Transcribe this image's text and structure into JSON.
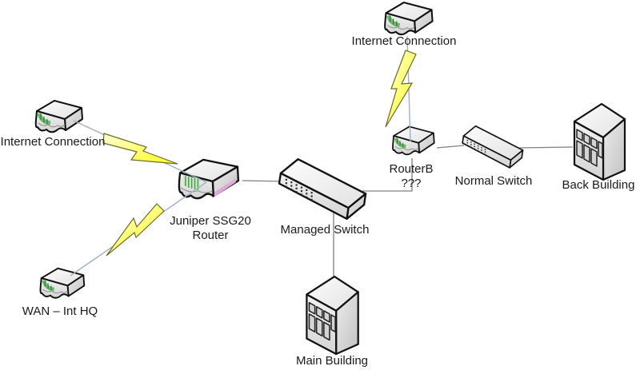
{
  "diagram": {
    "background": "#ffffff",
    "nodes": [
      {
        "id": "internet-top",
        "label": "Internet Connection",
        "icon": "router-icon"
      },
      {
        "id": "internet-left",
        "label": "Internet Connection",
        "icon": "router-icon"
      },
      {
        "id": "wan-hq",
        "label": "WAN – Int HQ",
        "icon": "router-icon"
      },
      {
        "id": "juniper",
        "label": "Juniper SSG20",
        "label2": "Router",
        "icon": "router-icon-large"
      },
      {
        "id": "managed-switch",
        "label": "Managed Switch",
        "icon": "switch-icon"
      },
      {
        "id": "routerb",
        "label": "RouterB",
        "label2": "???",
        "icon": "router-icon"
      },
      {
        "id": "normal-switch",
        "label": "Normal Switch",
        "icon": "switch-icon"
      },
      {
        "id": "main-building",
        "label": "Main Building",
        "icon": "building-icon"
      },
      {
        "id": "back-building",
        "label": "Back Building",
        "icon": "building-icon"
      }
    ],
    "connections": [
      {
        "from": "internet-top",
        "to": "routerb",
        "type": "lightning-link"
      },
      {
        "from": "internet-left",
        "to": "juniper",
        "type": "lightning-link"
      },
      {
        "from": "juniper",
        "to": "wan-hq",
        "type": "lightning-link"
      },
      {
        "from": "juniper",
        "to": "managed-switch",
        "type": "line"
      },
      {
        "from": "managed-switch",
        "to": "routerb",
        "type": "line"
      },
      {
        "from": "routerb",
        "to": "normal-switch",
        "type": "line"
      },
      {
        "from": "normal-switch",
        "to": "back-building",
        "type": "line"
      },
      {
        "from": "managed-switch",
        "to": "main-building",
        "type": "line"
      }
    ],
    "colors": {
      "connector": "#808080",
      "bolt_fill": "#ffff33",
      "bolt_outline": "#6b6b2a",
      "tail_line": "#9db2c2",
      "icon_green": "#6cb86c",
      "icon_pink": "#e0a8d8",
      "text": "#1a1a1a"
    }
  }
}
